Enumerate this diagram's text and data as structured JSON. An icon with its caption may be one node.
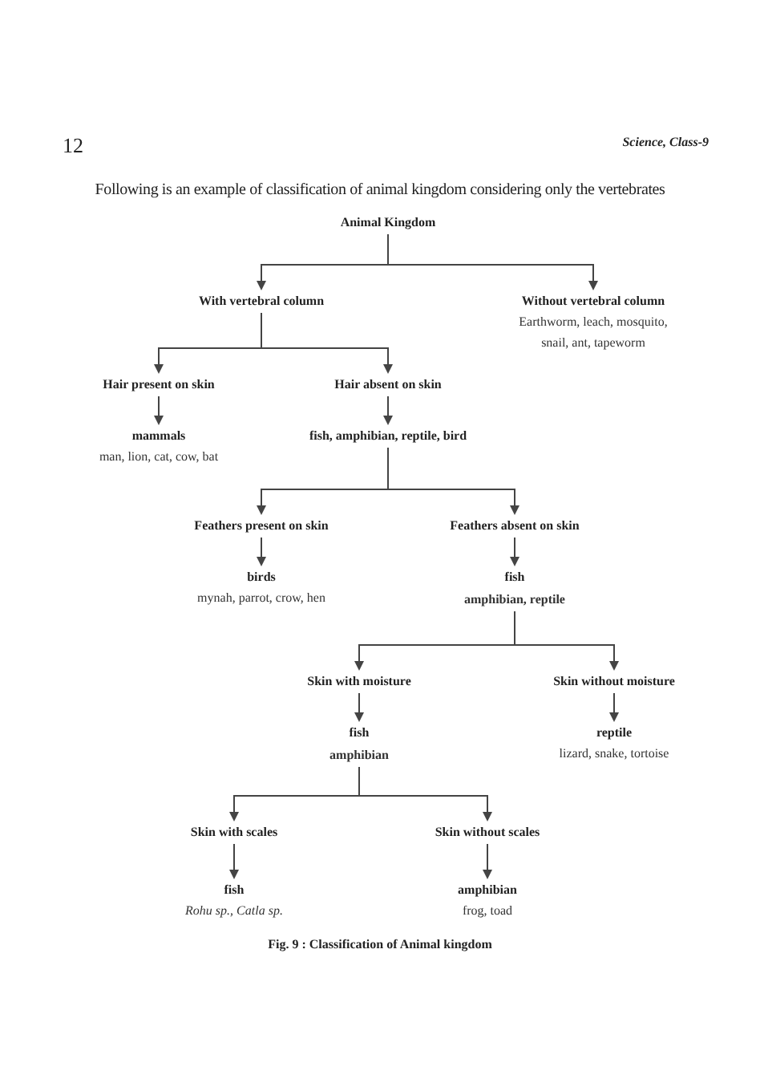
{
  "diagram": {
    "title": "Following is an example of classification of animal kingdom considering only the vertebrates",
    "caption": "Fig. 9 : Classification of Animal kingdom",
    "nodes": [
      {
        "text": [
          "Animal Kingdom"
        ]
      },
      {
        "text": [
          "With vertebral column"
        ]
      },
      {
        "text": [
          "Without vertebral column",
          "Earthworm, leach, mosquito, snail, ant, tapeworm"
        ]
      },
      {
        "text": [
          "Hair present on skin"
        ]
      },
      {
        "text": [
          "Hair absent on skin"
        ]
      },
      {
        "text": [
          "mammals",
          "man, lion, cat, cow, bat"
        ]
      },
      {
        "text": [
          "fish, amphibian, reptile, bird"
        ]
      },
      {
        "text": [
          "Feathers present on skin"
        ]
      },
      {
        "text": [
          "Feathers absent on skin"
        ]
      },
      {
        "text": [
          "birds",
          "mynah, parrot, crow, hen"
        ]
      },
      {
        "text": [
          "fish",
          "amphibian, reptile"
        ]
      },
      {
        "text": [
          "Skin with moisture"
        ]
      },
      {
        "text": [
          "Skin without moisture"
        ]
      },
      {
        "text": [
          "fish",
          "amphibian"
        ]
      },
      {
        "text": [
          "reptile",
          "lizard, snake, tortoise"
        ]
      },
      {
        "text": [
          "Skin with scales"
        ]
      },
      {
        "text": [
          "Skin without scales"
        ]
      },
      {
        "text": [
          "fish",
          "Rohu sp., Catla sp."
        ]
      },
      {
        "text": [
          "amphibian",
          "frog, toad"
        ]
      }
    ],
    "edges": [
      {
        "from": 0,
        "to": 1,
        "arrow": "to"
      },
      {
        "from": 0,
        "to": 2,
        "arrow": "to"
      },
      {
        "from": 1,
        "to": 3,
        "arrow": "to"
      },
      {
        "from": 1,
        "to": 4,
        "arrow": "to"
      },
      {
        "from": 3,
        "to": 5,
        "arrow": "to"
      },
      {
        "from": 4,
        "to": 6,
        "arrow": "to"
      },
      {
        "from": 6,
        "to": 7,
        "arrow": "to"
      },
      {
        "from": 6,
        "to": 8,
        "arrow": "to"
      },
      {
        "from": 7,
        "to": 9,
        "arrow": "to"
      },
      {
        "from": 8,
        "to": 10,
        "arrow": "to"
      },
      {
        "from": 10,
        "to": 11,
        "arrow": "to"
      },
      {
        "from": 10,
        "to": 12,
        "arrow": "to"
      },
      {
        "from": 11,
        "to": 13,
        "arrow": "to"
      },
      {
        "from": 12,
        "to": 14,
        "arrow": "to"
      },
      {
        "from": 13,
        "to": 15,
        "arrow": "to"
      },
      {
        "from": 13,
        "to": 16,
        "arrow": "to"
      },
      {
        "from": 15,
        "to": 17,
        "arrow": "to"
      },
      {
        "from": 16,
        "to": 18,
        "arrow": "to"
      }
    ],
    "labels": [
      "12",
      "Science, Class-9"
    ]
  }
}
